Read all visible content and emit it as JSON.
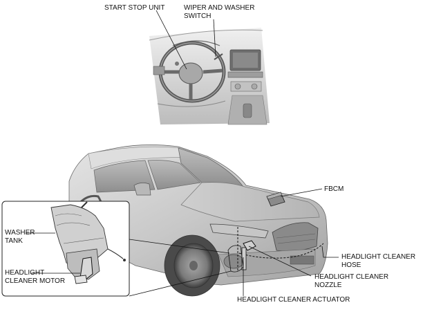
{
  "labels": {
    "start_stop_unit": "START STOP UNIT",
    "wiper_washer_1": "WIPER AND WASHER",
    "wiper_washer_2": "SWITCH",
    "fbcm": "FBCM",
    "washer_tank_1": "WASHER",
    "washer_tank_2": "TANK",
    "hl_motor_1": "HEADLIGHT",
    "hl_motor_2": "CLEANER MOTOR",
    "hl_hose_1": "HEADLIGHT CLEANER",
    "hl_hose_2": "HOSE",
    "hl_nozzle_1": "HEADLIGHT CLEANER",
    "hl_nozzle_2": "NOZZLE",
    "hl_actuator": "HEADLIGHT CLEANER ACTUATOR"
  },
  "colors": {
    "line": "#111111",
    "body_light": "#d4d4d4",
    "body_mid": "#b9b9b9",
    "body_dark": "#8d8d8d",
    "glass": "#9a9a9a"
  }
}
